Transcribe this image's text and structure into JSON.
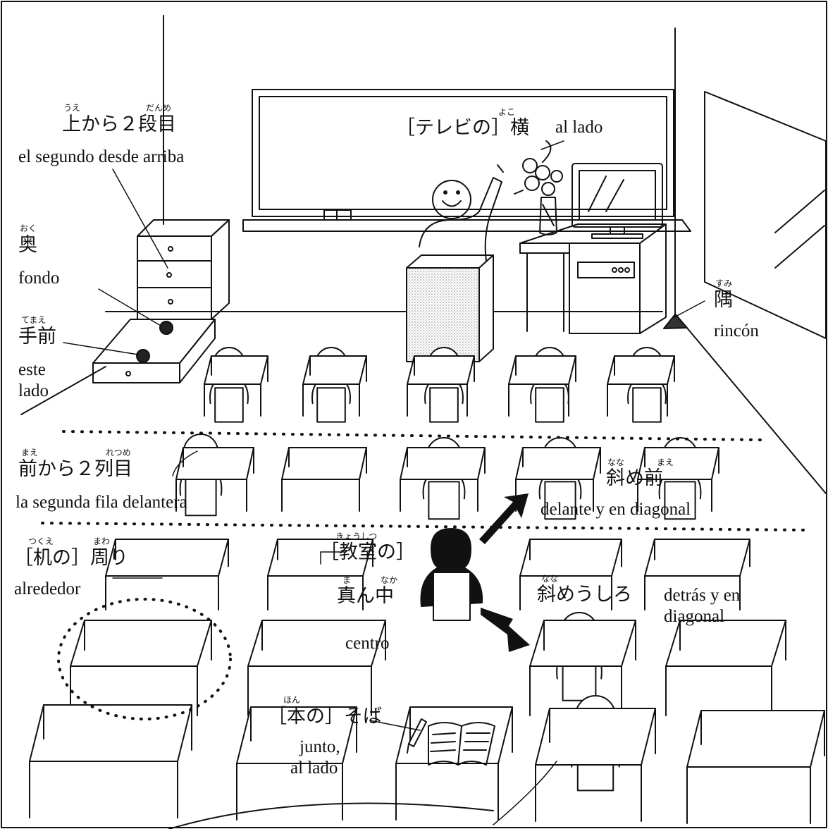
{
  "labels": {
    "upper_second": {
      "ruby1": "うえ",
      "ruby2": "だんめ",
      "jp": "上から２段目",
      "es": "el segundo desde arriba"
    },
    "oku": {
      "ruby": "おく",
      "jp": "奥",
      "es": "fondo"
    },
    "temae": {
      "ruby": "てまえ",
      "jp": "手前",
      "es1": "este",
      "es2": "lado"
    },
    "yoko": {
      "ruby": "よこ",
      "jp": "［テレビの］横",
      "es": "al lado"
    },
    "sumi": {
      "ruby": "すみ",
      "jp": "隅",
      "es": "rincón"
    },
    "second_row": {
      "ruby1": "まえ",
      "ruby2": "れつめ",
      "jp": "前から２列目",
      "es": "la segunda fila delantera"
    },
    "naname_mae": {
      "ruby1": "なな",
      "ruby2": "まえ",
      "jp": "斜め前",
      "es": "delante y en diagonal"
    },
    "mawari": {
      "ruby1": "つくえ",
      "ruby2": "まわ",
      "jp": "［机の］周り",
      "es": "alrededor"
    },
    "mannaka": {
      "ruby1": "きょうしつ",
      "jp1": "［教室の］",
      "ruby2": "ま",
      "ruby3": "なか",
      "jp2": "真ん中",
      "es": "centro"
    },
    "naname_ushiro": {
      "ruby": "なな",
      "jp": "斜めうしろ",
      "es1": "detrás y en",
      "es2": "diagonal"
    },
    "soba": {
      "ruby": "ほん",
      "jp": "［本の］そば",
      "es1": "junto,",
      "es2": "al lado"
    }
  }
}
